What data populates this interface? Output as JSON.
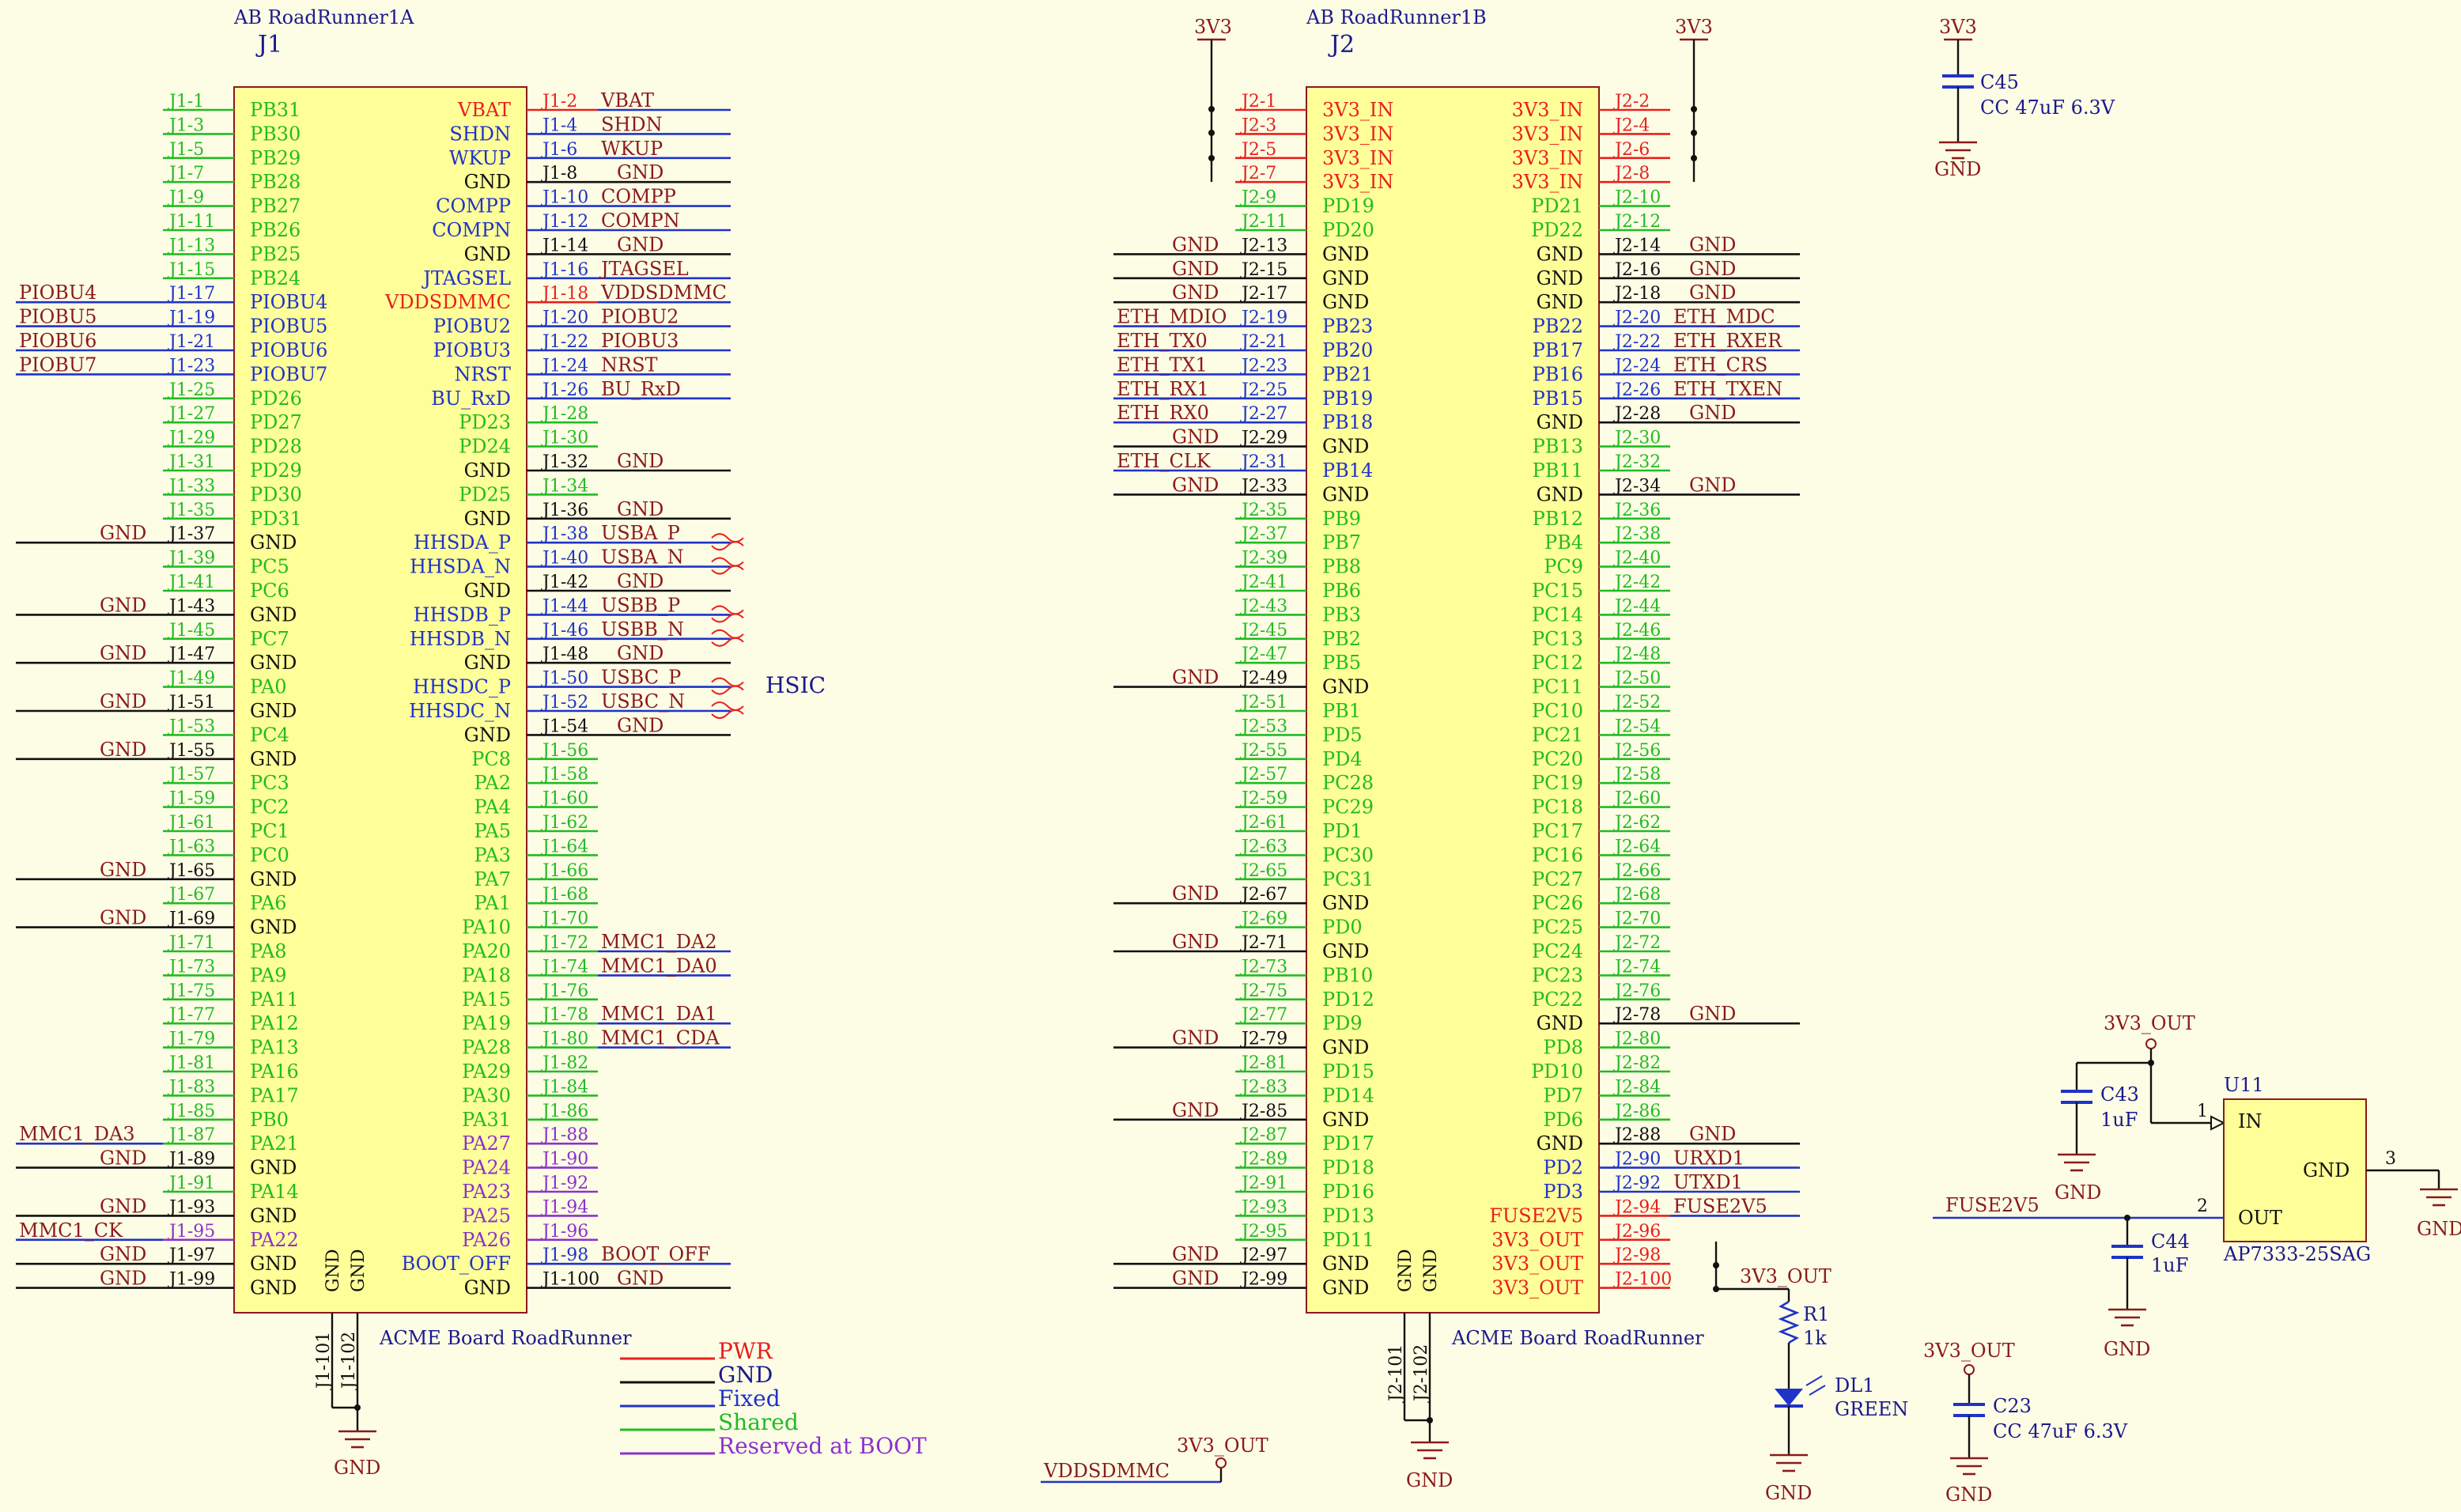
{
  "colors": {
    "background": "#fdfde6",
    "pwr": "#e8201c",
    "gnd": "#111111",
    "fixed": "#1f33c8",
    "shared": "#22bb22",
    "reserved": "#8a32cc",
    "netlabel": "#8b1a1a",
    "body_fill": "#ffff99",
    "body_stroke": "#8b1a1a",
    "title": "#1a1a8c",
    "component_blue": "#1f33c8"
  },
  "j1": {
    "header": "AB RoadRunner1A",
    "designator": "J1",
    "footer": "ACME Board RoadRunner",
    "bottom_pins": [
      "GND",
      "GND"
    ],
    "bottom_pin_numbers": [
      "J1-101",
      "J1-102"
    ],
    "ground_label": "GND",
    "left_pins": [
      [
        "J1-1",
        "PB31",
        "s",
        ""
      ],
      [
        "J1-3",
        "PB30",
        "s",
        ""
      ],
      [
        "J1-5",
        "PB29",
        "s",
        ""
      ],
      [
        "J1-7",
        "PB28",
        "s",
        ""
      ],
      [
        "J1-9",
        "PB27",
        "s",
        ""
      ],
      [
        "J1-11",
        "PB26",
        "s",
        ""
      ],
      [
        "J1-13",
        "PB25",
        "s",
        ""
      ],
      [
        "J1-15",
        "PB24",
        "s",
        ""
      ],
      [
        "J1-17",
        "PIOBU4",
        "f",
        "PIOBU4"
      ],
      [
        "J1-19",
        "PIOBU5",
        "f",
        "PIOBU5"
      ],
      [
        "J1-21",
        "PIOBU6",
        "f",
        "PIOBU6"
      ],
      [
        "J1-23",
        "PIOBU7",
        "f",
        "PIOBU7"
      ],
      [
        "J1-25",
        "PD26",
        "s",
        ""
      ],
      [
        "J1-27",
        "PD27",
        "s",
        ""
      ],
      [
        "J1-29",
        "PD28",
        "s",
        ""
      ],
      [
        "J1-31",
        "PD29",
        "s",
        ""
      ],
      [
        "J1-33",
        "PD30",
        "s",
        ""
      ],
      [
        "J1-35",
        "PD31",
        "s",
        ""
      ],
      [
        "J1-37",
        "GND",
        "g",
        "GND"
      ],
      [
        "J1-39",
        "PC5",
        "s",
        ""
      ],
      [
        "J1-41",
        "PC6",
        "s",
        ""
      ],
      [
        "J1-43",
        "GND",
        "g",
        "GND"
      ],
      [
        "J1-45",
        "PC7",
        "s",
        ""
      ],
      [
        "J1-47",
        "GND",
        "g",
        "GND"
      ],
      [
        "J1-49",
        "PA0",
        "s",
        ""
      ],
      [
        "J1-51",
        "GND",
        "g",
        "GND"
      ],
      [
        "J1-53",
        "PC4",
        "s",
        ""
      ],
      [
        "J1-55",
        "GND",
        "g",
        "GND"
      ],
      [
        "J1-57",
        "PC3",
        "s",
        ""
      ],
      [
        "J1-59",
        "PC2",
        "s",
        ""
      ],
      [
        "J1-61",
        "PC1",
        "s",
        ""
      ],
      [
        "J1-63",
        "PC0",
        "s",
        ""
      ],
      [
        "J1-65",
        "GND",
        "g",
        "GND"
      ],
      [
        "J1-67",
        "PA6",
        "s",
        ""
      ],
      [
        "J1-69",
        "GND",
        "g",
        "GND"
      ],
      [
        "J1-71",
        "PA8",
        "s",
        ""
      ],
      [
        "J1-73",
        "PA9",
        "s",
        ""
      ],
      [
        "J1-75",
        "PA11",
        "s",
        ""
      ],
      [
        "J1-77",
        "PA12",
        "s",
        ""
      ],
      [
        "J1-79",
        "PA13",
        "s",
        ""
      ],
      [
        "J1-81",
        "PA16",
        "s",
        ""
      ],
      [
        "J1-83",
        "PA17",
        "s",
        ""
      ],
      [
        "J1-85",
        "PB0",
        "s",
        ""
      ],
      [
        "J1-87",
        "PA21",
        "s",
        "MMC1_DA3"
      ],
      [
        "J1-89",
        "GND",
        "g",
        "GND"
      ],
      [
        "J1-91",
        "PA14",
        "s",
        ""
      ],
      [
        "J1-93",
        "GND",
        "g",
        "GND"
      ],
      [
        "J1-95",
        "PA22",
        "r",
        "MMC1_CK"
      ],
      [
        "J1-97",
        "GND",
        "g",
        "GND"
      ],
      [
        "J1-99",
        "GND",
        "g",
        "GND"
      ]
    ],
    "right_pins": [
      [
        "J1-2",
        "VBAT",
        "p",
        "VBAT"
      ],
      [
        "J1-4",
        "SHDN",
        "f",
        "SHDN"
      ],
      [
        "J1-6",
        "WKUP",
        "f",
        "WKUP"
      ],
      [
        "J1-8",
        "GND",
        "g",
        "GND"
      ],
      [
        "J1-10",
        "COMPP",
        "f",
        "COMPP"
      ],
      [
        "J1-12",
        "COMPN",
        "f",
        "COMPN"
      ],
      [
        "J1-14",
        "GND",
        "g",
        "GND"
      ],
      [
        "J1-16",
        "JTAGSEL",
        "f",
        "JTAGSEL"
      ],
      [
        "J1-18",
        "VDDSDMMC",
        "p",
        "VDDSDMMC"
      ],
      [
        "J1-20",
        "PIOBU2",
        "f",
        "PIOBU2"
      ],
      [
        "J1-22",
        "PIOBU3",
        "f",
        "PIOBU3"
      ],
      [
        "J1-24",
        "NRST",
        "f",
        "NRST"
      ],
      [
        "J1-26",
        "BU_RxD",
        "f",
        "BU_RxD"
      ],
      [
        "J1-28",
        "PD23",
        "s",
        ""
      ],
      [
        "J1-30",
        "PD24",
        "s",
        ""
      ],
      [
        "J1-32",
        "GND",
        "g",
        "GND"
      ],
      [
        "J1-34",
        "PD25",
        "s",
        ""
      ],
      [
        "J1-36",
        "GND",
        "g",
        "GND"
      ],
      [
        "J1-38",
        "HHSDA_P",
        "f",
        "USBA_P"
      ],
      [
        "J1-40",
        "HHSDA_N",
        "f",
        "USBA_N"
      ],
      [
        "J1-42",
        "GND",
        "g",
        "GND"
      ],
      [
        "J1-44",
        "HHSDB_P",
        "f",
        "USBB_P"
      ],
      [
        "J1-46",
        "HHSDB_N",
        "f",
        "USBB_N"
      ],
      [
        "J1-48",
        "GND",
        "g",
        "GND"
      ],
      [
        "J1-50",
        "HHSDC_P",
        "f",
        "USBC_P"
      ],
      [
        "J1-52",
        "HHSDC_N",
        "f",
        "USBC_N"
      ],
      [
        "J1-54",
        "GND",
        "g",
        "GND"
      ],
      [
        "J1-56",
        "PC8",
        "s",
        ""
      ],
      [
        "J1-58",
        "PA2",
        "s",
        ""
      ],
      [
        "J1-60",
        "PA4",
        "s",
        ""
      ],
      [
        "J1-62",
        "PA5",
        "s",
        ""
      ],
      [
        "J1-64",
        "PA3",
        "s",
        ""
      ],
      [
        "J1-66",
        "PA7",
        "s",
        ""
      ],
      [
        "J1-68",
        "PA1",
        "s",
        ""
      ],
      [
        "J1-70",
        "PA10",
        "s",
        ""
      ],
      [
        "J1-72",
        "PA20",
        "s",
        "MMC1_DA2"
      ],
      [
        "J1-74",
        "PA18",
        "s",
        "MMC1_DA0"
      ],
      [
        "J1-76",
        "PA15",
        "s",
        ""
      ],
      [
        "J1-78",
        "PA19",
        "s",
        "MMC1_DA1"
      ],
      [
        "J1-80",
        "PA28",
        "s",
        "MMC1_CDA"
      ],
      [
        "J1-82",
        "PA29",
        "s",
        ""
      ],
      [
        "J1-84",
        "PA30",
        "s",
        ""
      ],
      [
        "J1-86",
        "PA31",
        "s",
        ""
      ],
      [
        "J1-88",
        "PA27",
        "r",
        ""
      ],
      [
        "J1-90",
        "PA24",
        "r",
        ""
      ],
      [
        "J1-92",
        "PA23",
        "r",
        ""
      ],
      [
        "J1-94",
        "PA25",
        "r",
        ""
      ],
      [
        "J1-96",
        "PA26",
        "r",
        ""
      ],
      [
        "J1-98",
        "BOOT_OFF",
        "f",
        "BOOT_OFF"
      ],
      [
        "J1-100",
        "GND",
        "g",
        "GND"
      ]
    ],
    "hsic_label": "HSIC"
  },
  "j2": {
    "header": "AB RoadRunner1B",
    "designator": "J2",
    "footer": "ACME Board RoadRunner",
    "bottom_pins": [
      "GND",
      "GND"
    ],
    "bottom_pin_numbers": [
      "J2-101",
      "J2-102"
    ],
    "ground_label": "GND",
    "left_power_label": "3V3",
    "right_power_label": "3V3",
    "left_pins": [
      [
        "J2-1",
        "3V3_IN",
        "p",
        ""
      ],
      [
        "J2-3",
        "3V3_IN",
        "p",
        ""
      ],
      [
        "J2-5",
        "3V3_IN",
        "p",
        ""
      ],
      [
        "J2-7",
        "3V3_IN",
        "p",
        ""
      ],
      [
        "J2-9",
        "PD19",
        "s",
        ""
      ],
      [
        "J2-11",
        "PD20",
        "s",
        ""
      ],
      [
        "J2-13",
        "GND",
        "g",
        "GND"
      ],
      [
        "J2-15",
        "GND",
        "g",
        "GND"
      ],
      [
        "J2-17",
        "GND",
        "g",
        "GND"
      ],
      [
        "J2-19",
        "PB23",
        "f",
        "ETH_MDIO"
      ],
      [
        "J2-21",
        "PB20",
        "f",
        "ETH_TX0"
      ],
      [
        "J2-23",
        "PB21",
        "f",
        "ETH_TX1"
      ],
      [
        "J2-25",
        "PB19",
        "f",
        "ETH_RX1"
      ],
      [
        "J2-27",
        "PB18",
        "f",
        "ETH_RX0"
      ],
      [
        "J2-29",
        "GND",
        "g",
        "GND"
      ],
      [
        "J2-31",
        "PB14",
        "f",
        "ETH_CLK"
      ],
      [
        "J2-33",
        "GND",
        "g",
        "GND"
      ],
      [
        "J2-35",
        "PB9",
        "s",
        ""
      ],
      [
        "J2-37",
        "PB7",
        "s",
        ""
      ],
      [
        "J2-39",
        "PB8",
        "s",
        ""
      ],
      [
        "J2-41",
        "PB6",
        "s",
        ""
      ],
      [
        "J2-43",
        "PB3",
        "s",
        ""
      ],
      [
        "J2-45",
        "PB2",
        "s",
        ""
      ],
      [
        "J2-47",
        "PB5",
        "s",
        ""
      ],
      [
        "J2-49",
        "GND",
        "g",
        "GND"
      ],
      [
        "J2-51",
        "PB1",
        "s",
        ""
      ],
      [
        "J2-53",
        "PD5",
        "s",
        ""
      ],
      [
        "J2-55",
        "PD4",
        "s",
        ""
      ],
      [
        "J2-57",
        "PC28",
        "s",
        ""
      ],
      [
        "J2-59",
        "PC29",
        "s",
        ""
      ],
      [
        "J2-61",
        "PD1",
        "s",
        ""
      ],
      [
        "J2-63",
        "PC30",
        "s",
        ""
      ],
      [
        "J2-65",
        "PC31",
        "s",
        ""
      ],
      [
        "J2-67",
        "GND",
        "g",
        "GND"
      ],
      [
        "J2-69",
        "PD0",
        "s",
        ""
      ],
      [
        "J2-71",
        "GND",
        "g",
        "GND"
      ],
      [
        "J2-73",
        "PB10",
        "s",
        ""
      ],
      [
        "J2-75",
        "PD12",
        "s",
        ""
      ],
      [
        "J2-77",
        "PD9",
        "s",
        ""
      ],
      [
        "J2-79",
        "GND",
        "g",
        "GND"
      ],
      [
        "J2-81",
        "PD15",
        "s",
        ""
      ],
      [
        "J2-83",
        "PD14",
        "s",
        ""
      ],
      [
        "J2-85",
        "GND",
        "g",
        "GND"
      ],
      [
        "J2-87",
        "PD17",
        "s",
        ""
      ],
      [
        "J2-89",
        "PD18",
        "s",
        ""
      ],
      [
        "J2-91",
        "PD16",
        "s",
        ""
      ],
      [
        "J2-93",
        "PD13",
        "s",
        ""
      ],
      [
        "J2-95",
        "PD11",
        "s",
        ""
      ],
      [
        "J2-97",
        "GND",
        "g",
        "GND"
      ],
      [
        "J2-99",
        "GND",
        "g",
        "GND"
      ]
    ],
    "right_pins": [
      [
        "J2-2",
        "3V3_IN",
        "p",
        ""
      ],
      [
        "J2-4",
        "3V3_IN",
        "p",
        ""
      ],
      [
        "J2-6",
        "3V3_IN",
        "p",
        ""
      ],
      [
        "J2-8",
        "3V3_IN",
        "p",
        ""
      ],
      [
        "J2-10",
        "PD21",
        "s",
        ""
      ],
      [
        "J2-12",
        "PD22",
        "s",
        ""
      ],
      [
        "J2-14",
        "GND",
        "g",
        "GND"
      ],
      [
        "J2-16",
        "GND",
        "g",
        "GND"
      ],
      [
        "J2-18",
        "GND",
        "g",
        "GND"
      ],
      [
        "J2-20",
        "PB22",
        "f",
        "ETH_MDC"
      ],
      [
        "J2-22",
        "PB17",
        "f",
        "ETH_RXER"
      ],
      [
        "J2-24",
        "PB16",
        "f",
        "ETH_CRS"
      ],
      [
        "J2-26",
        "PB15",
        "f",
        "ETH_TXEN"
      ],
      [
        "J2-28",
        "GND",
        "g",
        "GND"
      ],
      [
        "J2-30",
        "PB13",
        "s",
        ""
      ],
      [
        "J2-32",
        "PB11",
        "s",
        ""
      ],
      [
        "J2-34",
        "GND",
        "g",
        "GND"
      ],
      [
        "J2-36",
        "PB12",
        "s",
        ""
      ],
      [
        "J2-38",
        "PB4",
        "s",
        ""
      ],
      [
        "J2-40",
        "PC9",
        "s",
        ""
      ],
      [
        "J2-42",
        "PC15",
        "s",
        ""
      ],
      [
        "J2-44",
        "PC14",
        "s",
        ""
      ],
      [
        "J2-46",
        "PC13",
        "s",
        ""
      ],
      [
        "J2-48",
        "PC12",
        "s",
        ""
      ],
      [
        "J2-50",
        "PC11",
        "s",
        ""
      ],
      [
        "J2-52",
        "PC10",
        "s",
        ""
      ],
      [
        "J2-54",
        "PC21",
        "s",
        ""
      ],
      [
        "J2-56",
        "PC20",
        "s",
        ""
      ],
      [
        "J2-58",
        "PC19",
        "s",
        ""
      ],
      [
        "J2-60",
        "PC18",
        "s",
        ""
      ],
      [
        "J2-62",
        "PC17",
        "s",
        ""
      ],
      [
        "J2-64",
        "PC16",
        "s",
        ""
      ],
      [
        "J2-66",
        "PC27",
        "s",
        ""
      ],
      [
        "J2-68",
        "PC26",
        "s",
        ""
      ],
      [
        "J2-70",
        "PC25",
        "s",
        ""
      ],
      [
        "J2-72",
        "PC24",
        "s",
        ""
      ],
      [
        "J2-74",
        "PC23",
        "s",
        ""
      ],
      [
        "J2-76",
        "PC22",
        "s",
        ""
      ],
      [
        "J2-78",
        "GND",
        "g",
        "GND"
      ],
      [
        "J2-80",
        "PD8",
        "s",
        ""
      ],
      [
        "J2-82",
        "PD10",
        "s",
        ""
      ],
      [
        "J2-84",
        "PD7",
        "s",
        ""
      ],
      [
        "J2-86",
        "PD6",
        "s",
        ""
      ],
      [
        "J2-88",
        "GND",
        "g",
        "GND"
      ],
      [
        "J2-90",
        "PD2",
        "f",
        "URXD1"
      ],
      [
        "J2-92",
        "PD3",
        "f",
        "UTXD1"
      ],
      [
        "J2-94",
        "FUSE2V5",
        "p",
        "FUSE2V5"
      ],
      [
        "J2-96",
        "3V3_OUT",
        "p",
        ""
      ],
      [
        "J2-98",
        "3V3_OUT",
        "p",
        ""
      ],
      [
        "J2-100",
        "3V3_OUT",
        "p",
        ""
      ]
    ]
  },
  "c45": {
    "power": "3V3",
    "ref": "C45",
    "value": "CC 47uF 6.3V",
    "ground": "GND"
  },
  "legend": [
    {
      "label": "PWR",
      "kind": "p"
    },
    {
      "label": "GND",
      "kind": "g"
    },
    {
      "label": "Fixed",
      "kind": "f"
    },
    {
      "label": "Shared",
      "kind": "s"
    },
    {
      "label": "Reserved at BOOT",
      "kind": "r"
    }
  ],
  "vdd_net": {
    "label": "VDDSDMMC",
    "power": "3V3_OUT"
  },
  "led_circuit": {
    "net": "3V3_OUT",
    "r_ref": "R1",
    "r_value": "1k",
    "led_ref": "DL1",
    "led_value": "GREEN",
    "ground": "GND"
  },
  "c23": {
    "power": "3V3_OUT",
    "ref": "C23",
    "value": "CC 47uF 6.3V",
    "ground": "GND"
  },
  "regulator": {
    "ref": "U11",
    "part": "AP7333-25SAG",
    "pin_in": "IN",
    "pin_out": "OUT",
    "pin_gnd": "GND",
    "pin_num_in": "1",
    "pin_num_out": "2",
    "pin_num_gnd": "3",
    "input_power": "3V3_OUT",
    "output_net": "FUSE2V5",
    "c_in_ref": "C43",
    "c_in_value": "1uF",
    "c_out_ref": "C44",
    "c_out_value": "1uF",
    "ground": "GND"
  }
}
